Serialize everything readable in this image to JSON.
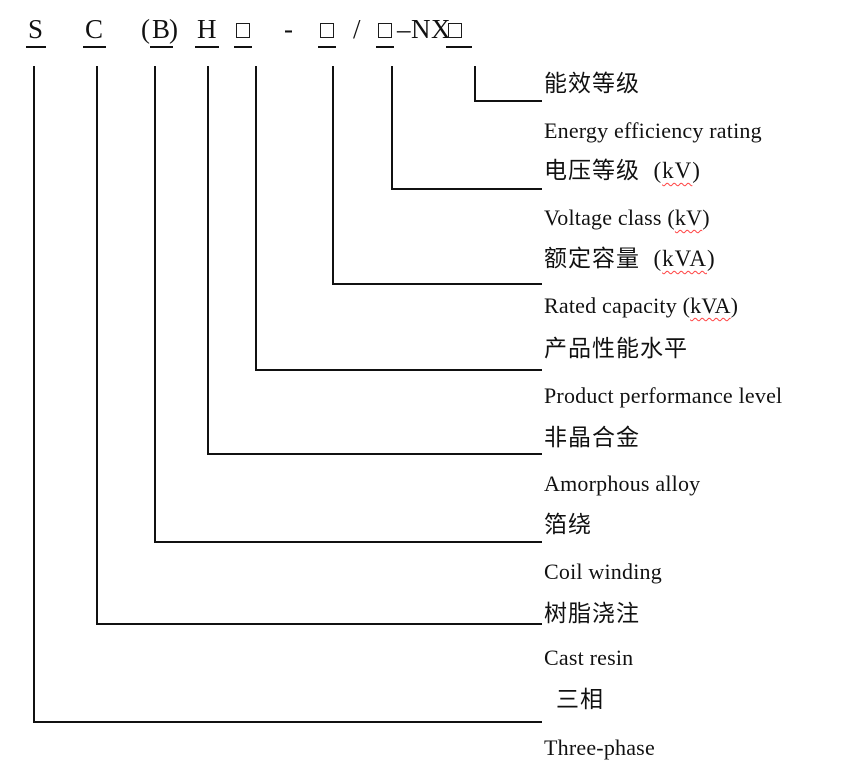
{
  "page": {
    "background_color": "#ffffff",
    "text_color": "#111111",
    "line_color": "#111111",
    "squiggle_color": "#ff4040"
  },
  "code": {
    "tokens": [
      {
        "type": "char",
        "text": "S",
        "underline": true
      },
      {
        "type": "char",
        "text": "C",
        "underline": true
      },
      {
        "type": "char",
        "text": "(",
        "underline": false
      },
      {
        "type": "char",
        "text": "B",
        "underline": true
      },
      {
        "type": "char",
        "text": ")",
        "underline": false
      },
      {
        "type": "char",
        "text": "H",
        "underline": true
      },
      {
        "type": "box",
        "underline": true
      },
      {
        "type": "char",
        "text": "-",
        "underline": false
      },
      {
        "type": "box",
        "underline": true
      },
      {
        "type": "char",
        "text": "/",
        "underline": false
      },
      {
        "type": "box",
        "underline": true
      },
      {
        "type": "char",
        "text": "–",
        "underline": false
      },
      {
        "type": "char",
        "text": "NX",
        "underline": false
      },
      {
        "type": "box",
        "underline": true
      }
    ]
  },
  "entries": [
    {
      "zh": [
        {
          "t": "能效等级"
        }
      ],
      "en": [
        {
          "t": "Energy efficiency rating"
        }
      ]
    },
    {
      "zh": [
        {
          "t": "电压等级  ("
        },
        {
          "t": "kV",
          "squiggle": true
        },
        {
          "t": ")"
        }
      ],
      "en": [
        {
          "t": "Voltage class ("
        },
        {
          "t": "kV",
          "squiggle": true
        },
        {
          "t": ")"
        }
      ]
    },
    {
      "zh": [
        {
          "t": "额定容量  ("
        },
        {
          "t": "kVA",
          "squiggle": true
        },
        {
          "t": ")"
        }
      ],
      "en": [
        {
          "t": "Rated capacity ("
        },
        {
          "t": "kVA",
          "squiggle": true
        },
        {
          "t": ")"
        }
      ]
    },
    {
      "zh": [
        {
          "t": "产品性能水平"
        }
      ],
      "en": [
        {
          "t": "Product performance level"
        }
      ]
    },
    {
      "zh": [
        {
          "t": "非晶合金"
        }
      ],
      "en": [
        {
          "t": "Amorphous alloy"
        }
      ]
    },
    {
      "zh": [
        {
          "t": "箔绕"
        }
      ],
      "en": [
        {
          "t": "Coil winding"
        }
      ]
    },
    {
      "zh": [
        {
          "t": "树脂浇注"
        }
      ],
      "en": [
        {
          "t": "Cast resin"
        }
      ]
    },
    {
      "zh": [
        {
          "t": "三相"
        }
      ],
      "en": [
        {
          "t": "Three-phase"
        }
      ]
    }
  ]
}
